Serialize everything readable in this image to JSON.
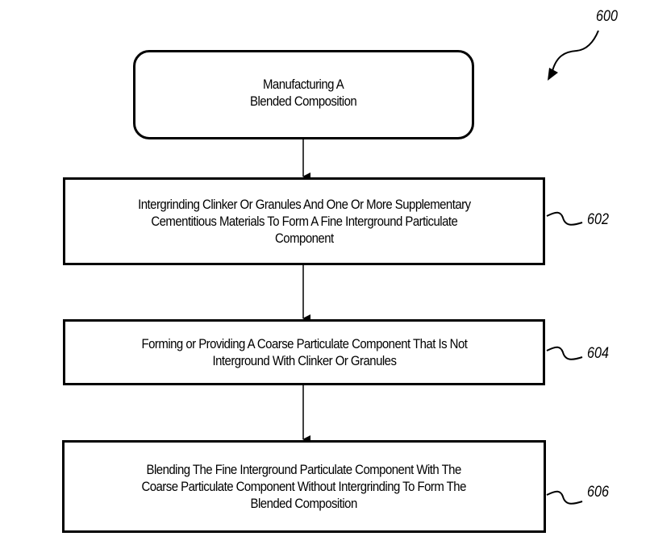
{
  "figure": {
    "reference": "600",
    "start": {
      "label": "Manufacturing A\nBlended Composition"
    },
    "steps": [
      {
        "ref": "602",
        "label": "Intergrinding Clinker Or Granules And One Or More Supplementary\nCementitious Materials To Form A Fine Interground Particulate\nComponent"
      },
      {
        "ref": "604",
        "label": "Forming or Providing A Coarse Particulate Component That Is Not\nInterground With Clinker Or Granules"
      },
      {
        "ref": "606",
        "label": "Blending The Fine Interground Particulate Component With The\nCoarse Particulate Component Without Intergrinding To Form The\nBlended Composition"
      }
    ]
  }
}
